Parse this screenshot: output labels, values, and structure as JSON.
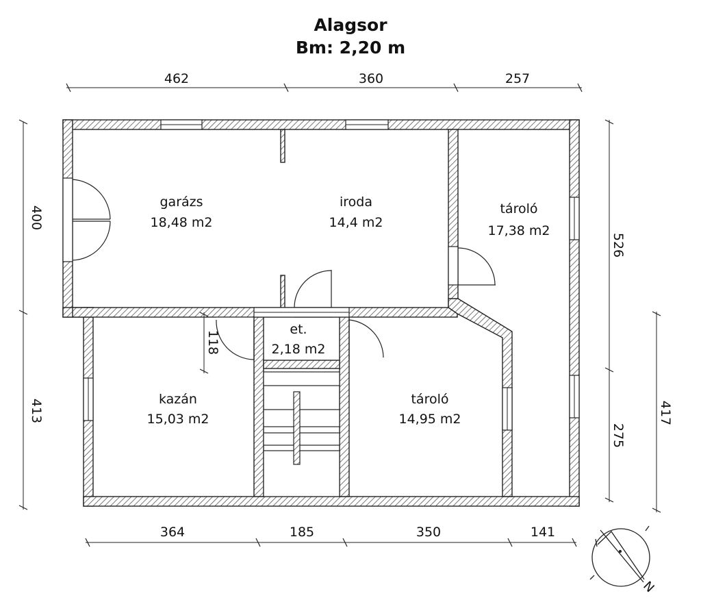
{
  "title": {
    "line1": "Alagsor",
    "line2": "Bm: 2,20 m"
  },
  "rooms": {
    "garazs": {
      "name": "garázs",
      "area": "18,48 m2"
    },
    "iroda": {
      "name": "iroda",
      "area": "14,4 m2"
    },
    "taroloTop": {
      "name": "tároló",
      "area": "17,38 m2"
    },
    "et": {
      "name": "et.",
      "area": "2,18 m2"
    },
    "kazan": {
      "name": "kazán",
      "area": "15,03 m2"
    },
    "taroloBottom": {
      "name": "tároló",
      "area": "14,95 m2"
    }
  },
  "dimensions": {
    "top": [
      "462",
      "360",
      "257"
    ],
    "bottom": [
      "364",
      "185",
      "350",
      "141"
    ],
    "left": [
      "400",
      "413"
    ],
    "right": [
      "526",
      "275"
    ],
    "farRight": "417",
    "inner": "118"
  },
  "compass": {
    "north": "N"
  },
  "colors": {
    "line": "#222222",
    "hatch": "#555555"
  }
}
